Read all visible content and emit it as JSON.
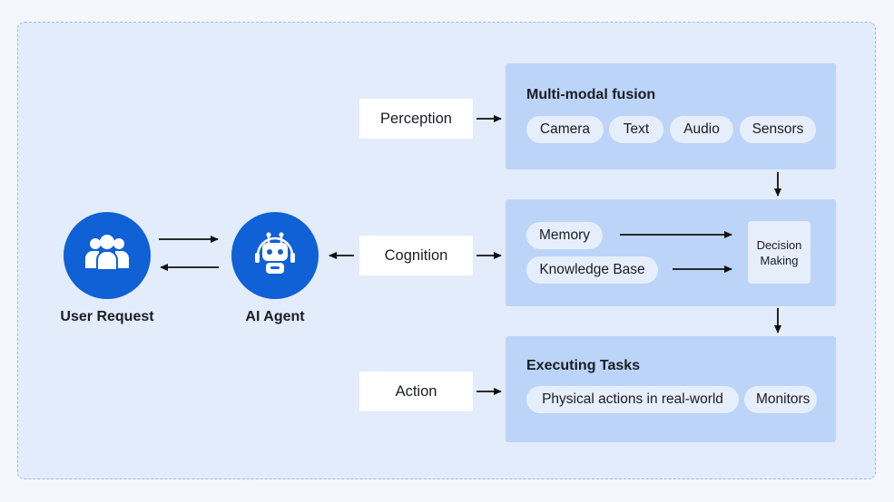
{
  "colors": {
    "frame_bg": "#e3ecfb",
    "frame_border": "#9fbbe8",
    "panel_bg": "#bcd4f7",
    "chip_bg": "#e7eefb",
    "accent_blue": "#1060d6",
    "arrow": "#111111"
  },
  "user": {
    "caption": "User Request",
    "icon": "users-group-icon"
  },
  "agent": {
    "caption": "AI Agent",
    "icon": "robot-icon"
  },
  "stages": {
    "perception": "Perception",
    "cognition": "Cognition",
    "action": "Action"
  },
  "perception_panel": {
    "title": "Multi-modal fusion",
    "chips": [
      "Camera",
      "Text",
      "Audio",
      "Sensors"
    ]
  },
  "cognition_panel": {
    "chips": [
      "Memory",
      "Knowledge Base"
    ],
    "decision": [
      "Decision",
      "Making"
    ]
  },
  "action_panel": {
    "title": "Executing Tasks",
    "chips": [
      "Physical actions in real-world",
      "Monitors"
    ]
  }
}
